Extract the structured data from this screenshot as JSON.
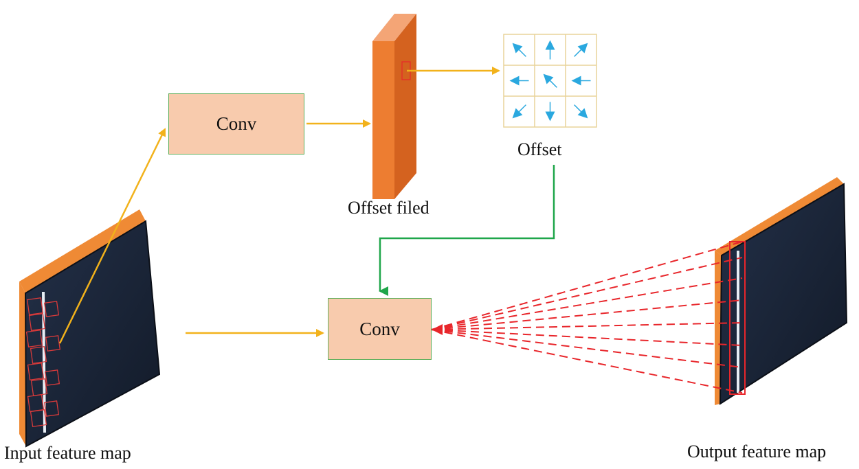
{
  "labels": {
    "conv_top": "Conv",
    "conv_bottom": "Conv",
    "offset_field": "Offset filed",
    "offset": "Offset",
    "input_map": "Input feature map",
    "output_map": "Output feature map"
  },
  "colors": {
    "conv_fill": "#f8cbad",
    "conv_border": "#5fae5a",
    "orange_arrow": "#f2b21b",
    "green_arrow": "#1fa64a",
    "red_dashed": "#e8262b",
    "field_front": "#ed7d31",
    "field_side": "#d4621f",
    "map_dark": "#1a2335",
    "offset_arrow": "#2aa8df",
    "grid_line": "#e9d49a"
  },
  "offset_grid": {
    "rows": 3,
    "cols": 3,
    "arrows": [
      [
        "up-left",
        "up",
        "up-right"
      ],
      [
        "left",
        "up-left",
        "left"
      ],
      [
        "down-left",
        "down",
        "down-right"
      ]
    ]
  }
}
